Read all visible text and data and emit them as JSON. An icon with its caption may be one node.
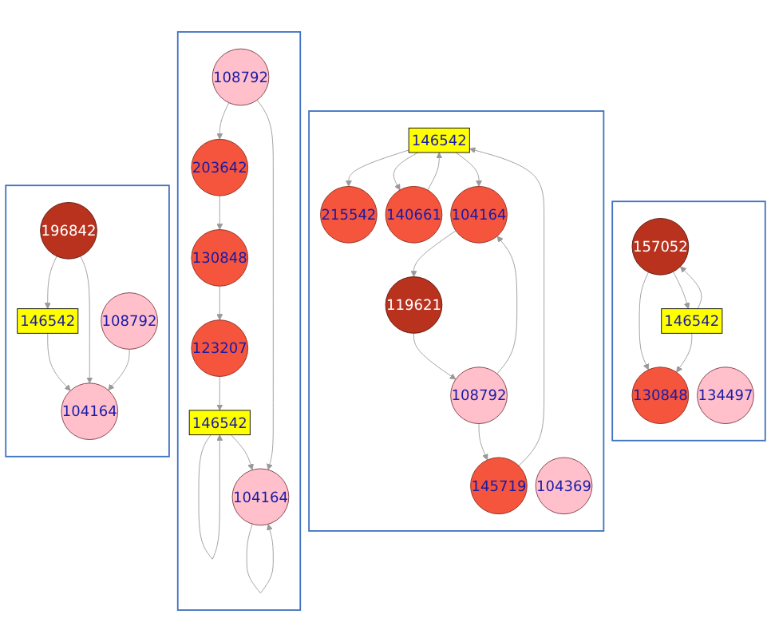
{
  "diagram": {
    "nodes": [
      {
        "text": [],
        "shape": "box"
      },
      {
        "text": [
          "130848"
        ],
        "in": 0
      },
      {
        "text": [
          "157052"
        ],
        "in": 0
      },
      {
        "text": [
          "146542"
        ],
        "in": 0
      },
      {
        "text": [
          "134497"
        ],
        "in": 0
      },
      {
        "text": [],
        "shape": "box"
      },
      {
        "text": [
          "215542"
        ],
        "in": 5
      },
      {
        "text": [
          "146542"
        ],
        "in": 5
      },
      {
        "text": [
          "145719"
        ],
        "in": 5
      },
      {
        "text": [
          "140661"
        ],
        "in": 5
      },
      {
        "text": [
          "104164"
        ],
        "in": 5
      },
      {
        "text": [
          "104369"
        ],
        "in": 5
      },
      {
        "text": [
          "108792"
        ],
        "in": 5
      },
      {
        "text": [
          "119621"
        ],
        "in": 5
      },
      {
        "text": [],
        "shape": "box"
      },
      {
        "text": [
          "130848"
        ],
        "in": 14
      },
      {
        "text": [
          "203642"
        ],
        "in": 14
      },
      {
        "text": [
          "146542"
        ],
        "in": 14
      },
      {
        "text": [
          "123207"
        ],
        "in": 14
      },
      {
        "text": [
          "104164"
        ],
        "in": 14
      },
      {
        "text": [
          "108792"
        ],
        "in": 14
      },
      {
        "text": [],
        "shape": "box"
      },
      {
        "text": [
          "146542"
        ],
        "in": 21
      },
      {
        "text": [
          "104164"
        ],
        "in": 21
      },
      {
        "text": [
          "108792"
        ],
        "in": 21
      },
      {
        "text": [
          "196842"
        ],
        "in": 21
      }
    ],
    "edges": [
      {
        "from": 2,
        "to": 1,
        "arrow": "to"
      },
      {
        "from": 3,
        "to": 1,
        "arrow": "to"
      },
      {
        "from": 3,
        "to": 2,
        "arrow": "to"
      },
      {
        "from": 2,
        "to": 3,
        "arrow": "to"
      },
      {
        "from": 7,
        "to": 6,
        "arrow": "to"
      },
      {
        "from": 8,
        "to": 7,
        "arrow": "to"
      },
      {
        "from": 9,
        "to": 7,
        "arrow": "to"
      },
      {
        "from": 7,
        "to": 9,
        "arrow": "to"
      },
      {
        "from": 7,
        "to": 10,
        "arrow": "to"
      },
      {
        "from": 12,
        "to": 8,
        "arrow": "to"
      },
      {
        "from": 12,
        "to": 10,
        "arrow": "to"
      },
      {
        "from": 10,
        "to": 13,
        "arrow": "to"
      },
      {
        "from": 13,
        "to": 12,
        "arrow": "to"
      },
      {
        "from": 16,
        "to": 15,
        "arrow": "to"
      },
      {
        "from": 15,
        "to": 18,
        "arrow": "to"
      },
      {
        "from": 18,
        "to": 17,
        "arrow": "to"
      },
      {
        "from": 17,
        "to": 17,
        "arrow": "to"
      },
      {
        "from": 17,
        "to": 19,
        "arrow": "to"
      },
      {
        "from": 19,
        "to": 19,
        "arrow": "to"
      },
      {
        "from": 20,
        "to": 16,
        "arrow": "to"
      },
      {
        "from": 20,
        "to": 19,
        "arrow": "to"
      },
      {
        "from": 25,
        "to": 22,
        "arrow": "to"
      },
      {
        "from": 22,
        "to": 23,
        "arrow": "to"
      },
      {
        "from": 25,
        "to": 23,
        "arrow": "to"
      },
      {
        "from": 24,
        "to": 23,
        "arrow": "to"
      }
    ]
  }
}
